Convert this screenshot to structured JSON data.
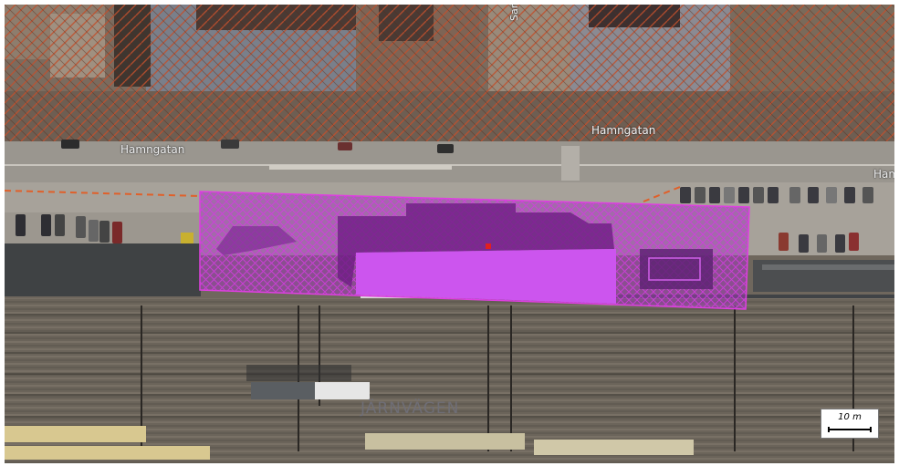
{
  "map": {
    "labels": {
      "street_hamngatan_1": "Hamngatan",
      "street_hamngatan_2": "Hamngatan",
      "street_hamngatan_3": "Ham",
      "street_vertical": "Sandg",
      "district": "JÄRNVÄGEN"
    },
    "scalebar": {
      "label": "10 m"
    },
    "colors": {
      "protected_area_hatch": "#c0502e",
      "planning_boundary": "#e040e0",
      "planning_fill": "#b040c8",
      "building_fill": "#c85ae8",
      "boundary_dash": "#e0602a"
    },
    "layers": [
      "aerial-photo",
      "hatched-zone",
      "plan-area-polygon",
      "scale-bar"
    ]
  }
}
